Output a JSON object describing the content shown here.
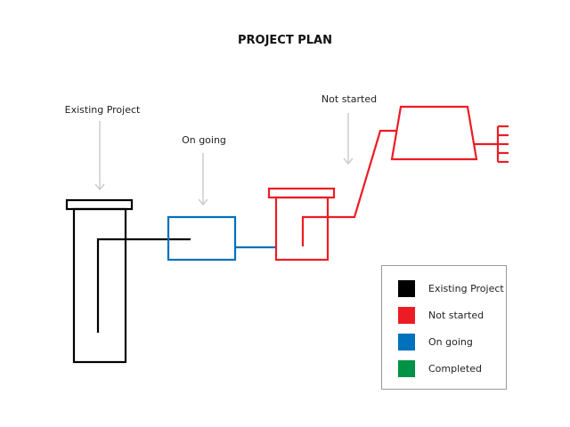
{
  "title": "PROJECT PLAN",
  "annotations": {
    "existing": "Existing Project",
    "ongoing": "On going",
    "not_started": "Not started"
  },
  "legend": [
    {
      "label": "Existing Project",
      "color": "#000000"
    },
    {
      "label": "Not started",
      "color": "#ED1C24"
    },
    {
      "label": "On going",
      "color": "#0071BC"
    },
    {
      "label": "Completed",
      "color": "#009245"
    }
  ],
  "colors": {
    "arrow": "#cccccc"
  }
}
